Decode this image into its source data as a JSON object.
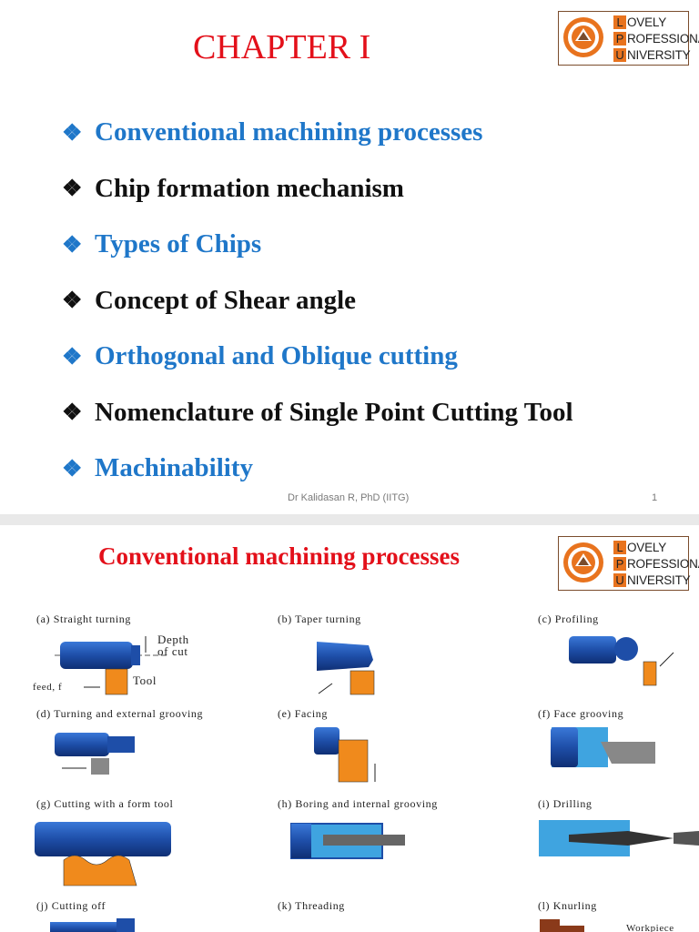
{
  "slide1": {
    "title": "CHAPTER I",
    "logo": {
      "l1": "L",
      "r1": "OVELY",
      "l2": "P",
      "r2": "ROFESSIONAL",
      "l3": "U",
      "r3": "NIVERSITY"
    },
    "bullet_glyph": "❖",
    "bullets": [
      {
        "text": "Conventional machining processes",
        "color": "#1f77c9"
      },
      {
        "text": "Chip formation mechanism",
        "color": "#111111"
      },
      {
        "text": "Types of Chips",
        "color": "#1f77c9"
      },
      {
        "text": "Concept of Shear angle",
        "color": "#111111"
      },
      {
        "text": "Orthogonal and Oblique cutting",
        "color": "#1f77c9"
      },
      {
        "text": "Nomenclature of Single Point Cutting Tool",
        "color": "#111111"
      },
      {
        "text": "Machinability",
        "color": "#1f77c9"
      }
    ],
    "footer_author": "Dr Kalidasan R, PhD (IITG)",
    "page_number": "1"
  },
  "slide2": {
    "title": "Conventional machining processes",
    "logo": {
      "l1": "L",
      "r1": "OVELY",
      "l2": "P",
      "r2": "ROFESSIONAL",
      "l3": "U",
      "r3": "NIVERSITY"
    },
    "figures": [
      "(a) Straight turning",
      "(b) Taper turning",
      "(c) Profiling",
      "(d) Turning and external grooving",
      "(e) Facing",
      "(f) Face grooving",
      "(g) Cutting with a form tool",
      "(h) Boring and internal grooving",
      "(i) Drilling",
      "(j) Cutting off",
      "(k) Threading",
      "(l) Knurling"
    ],
    "annotations": {
      "depth": "Depth",
      "of_cut": "of cut",
      "tool": "Tool",
      "feed": "feed, f",
      "workpiece": "Workpiece"
    }
  },
  "colors": {
    "title_red": "#e3101a",
    "blue_text": "#1f77c9",
    "workpiece_blue": "#1e4ea8",
    "tool_orange": "#f08a1c",
    "logo_orange": "#e8731e"
  }
}
